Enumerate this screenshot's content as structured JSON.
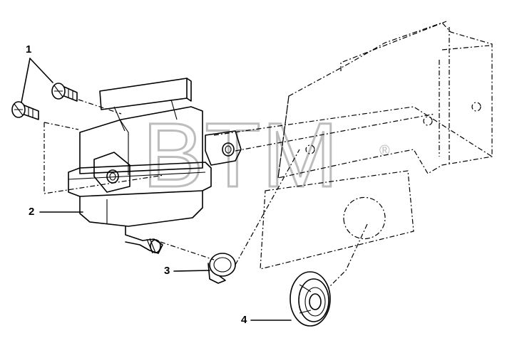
{
  "watermark": {
    "text": "BTM",
    "reg_mark": "®"
  },
  "callouts": [
    {
      "id": "1",
      "label": "1"
    },
    {
      "id": "2",
      "label": "2"
    },
    {
      "id": "3",
      "label": "3"
    },
    {
      "id": "4",
      "label": "4"
    }
  ],
  "colors": {
    "line": "#000000",
    "watermark": "#bdbdbd",
    "background": "#ffffff"
  }
}
